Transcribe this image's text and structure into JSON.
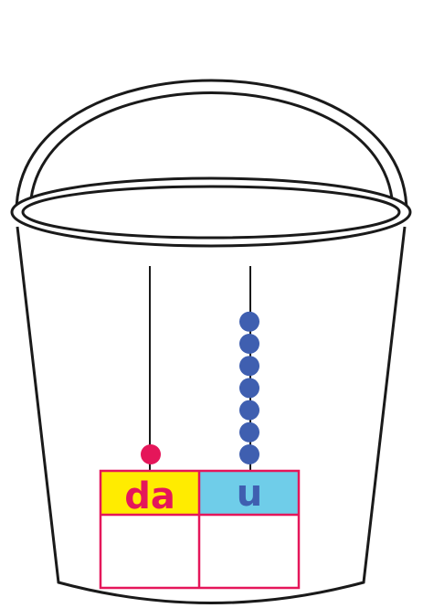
{
  "abacus": {
    "tens_label": "da",
    "units_label": "u",
    "tens_beads": 1,
    "units_beads": 7,
    "tens_answer": "",
    "units_answer": ""
  },
  "colors": {
    "tens_bead": "#e5165a",
    "units_bead": "#3f5fb0",
    "tens_header_bg": "#ffec00",
    "units_header_bg": "#6fcde9",
    "tens_label_text": "#e5165a",
    "units_label_text": "#3f5fb0",
    "table_border": "#e5165a",
    "outline": "#1a1a1a"
  },
  "icons": {
    "container": "bucket-icon",
    "handle": "bucket-handle-icon"
  }
}
